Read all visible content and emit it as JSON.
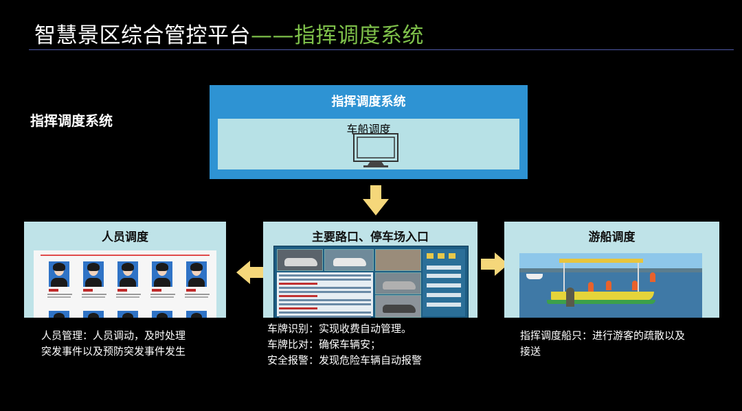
{
  "header": {
    "title_main": "智慧景区综合管控平台",
    "title_sub": "——指挥调度系统"
  },
  "side_label": "指挥调度系统",
  "top_box": {
    "title": "指挥调度系统",
    "inner_label": "车船调度"
  },
  "panels": {
    "left": {
      "title": "人员调度",
      "caption_lines": [
        "人员管理：人员调动，及时处理",
        "突发事件以及预防突发事件发生"
      ]
    },
    "middle": {
      "title": "主要路口、停车场入口",
      "caption_lines": [
        "车牌识别：实现收费自动管理。",
        "车牌比对：确保车辆安；",
        "安全报警：发现危险车辆自动报警"
      ]
    },
    "right": {
      "title": "游船调度",
      "caption_lines": [
        "指挥调度船只：进行游客的疏散以及",
        "接送"
      ]
    }
  },
  "colors": {
    "background": "#000000",
    "title_accent": "#7ec04a",
    "top_box": "#2e93d3",
    "panel_bg": "#bfe3e8",
    "arrow": "#f5d77a",
    "rule": "#4f5aa8"
  }
}
